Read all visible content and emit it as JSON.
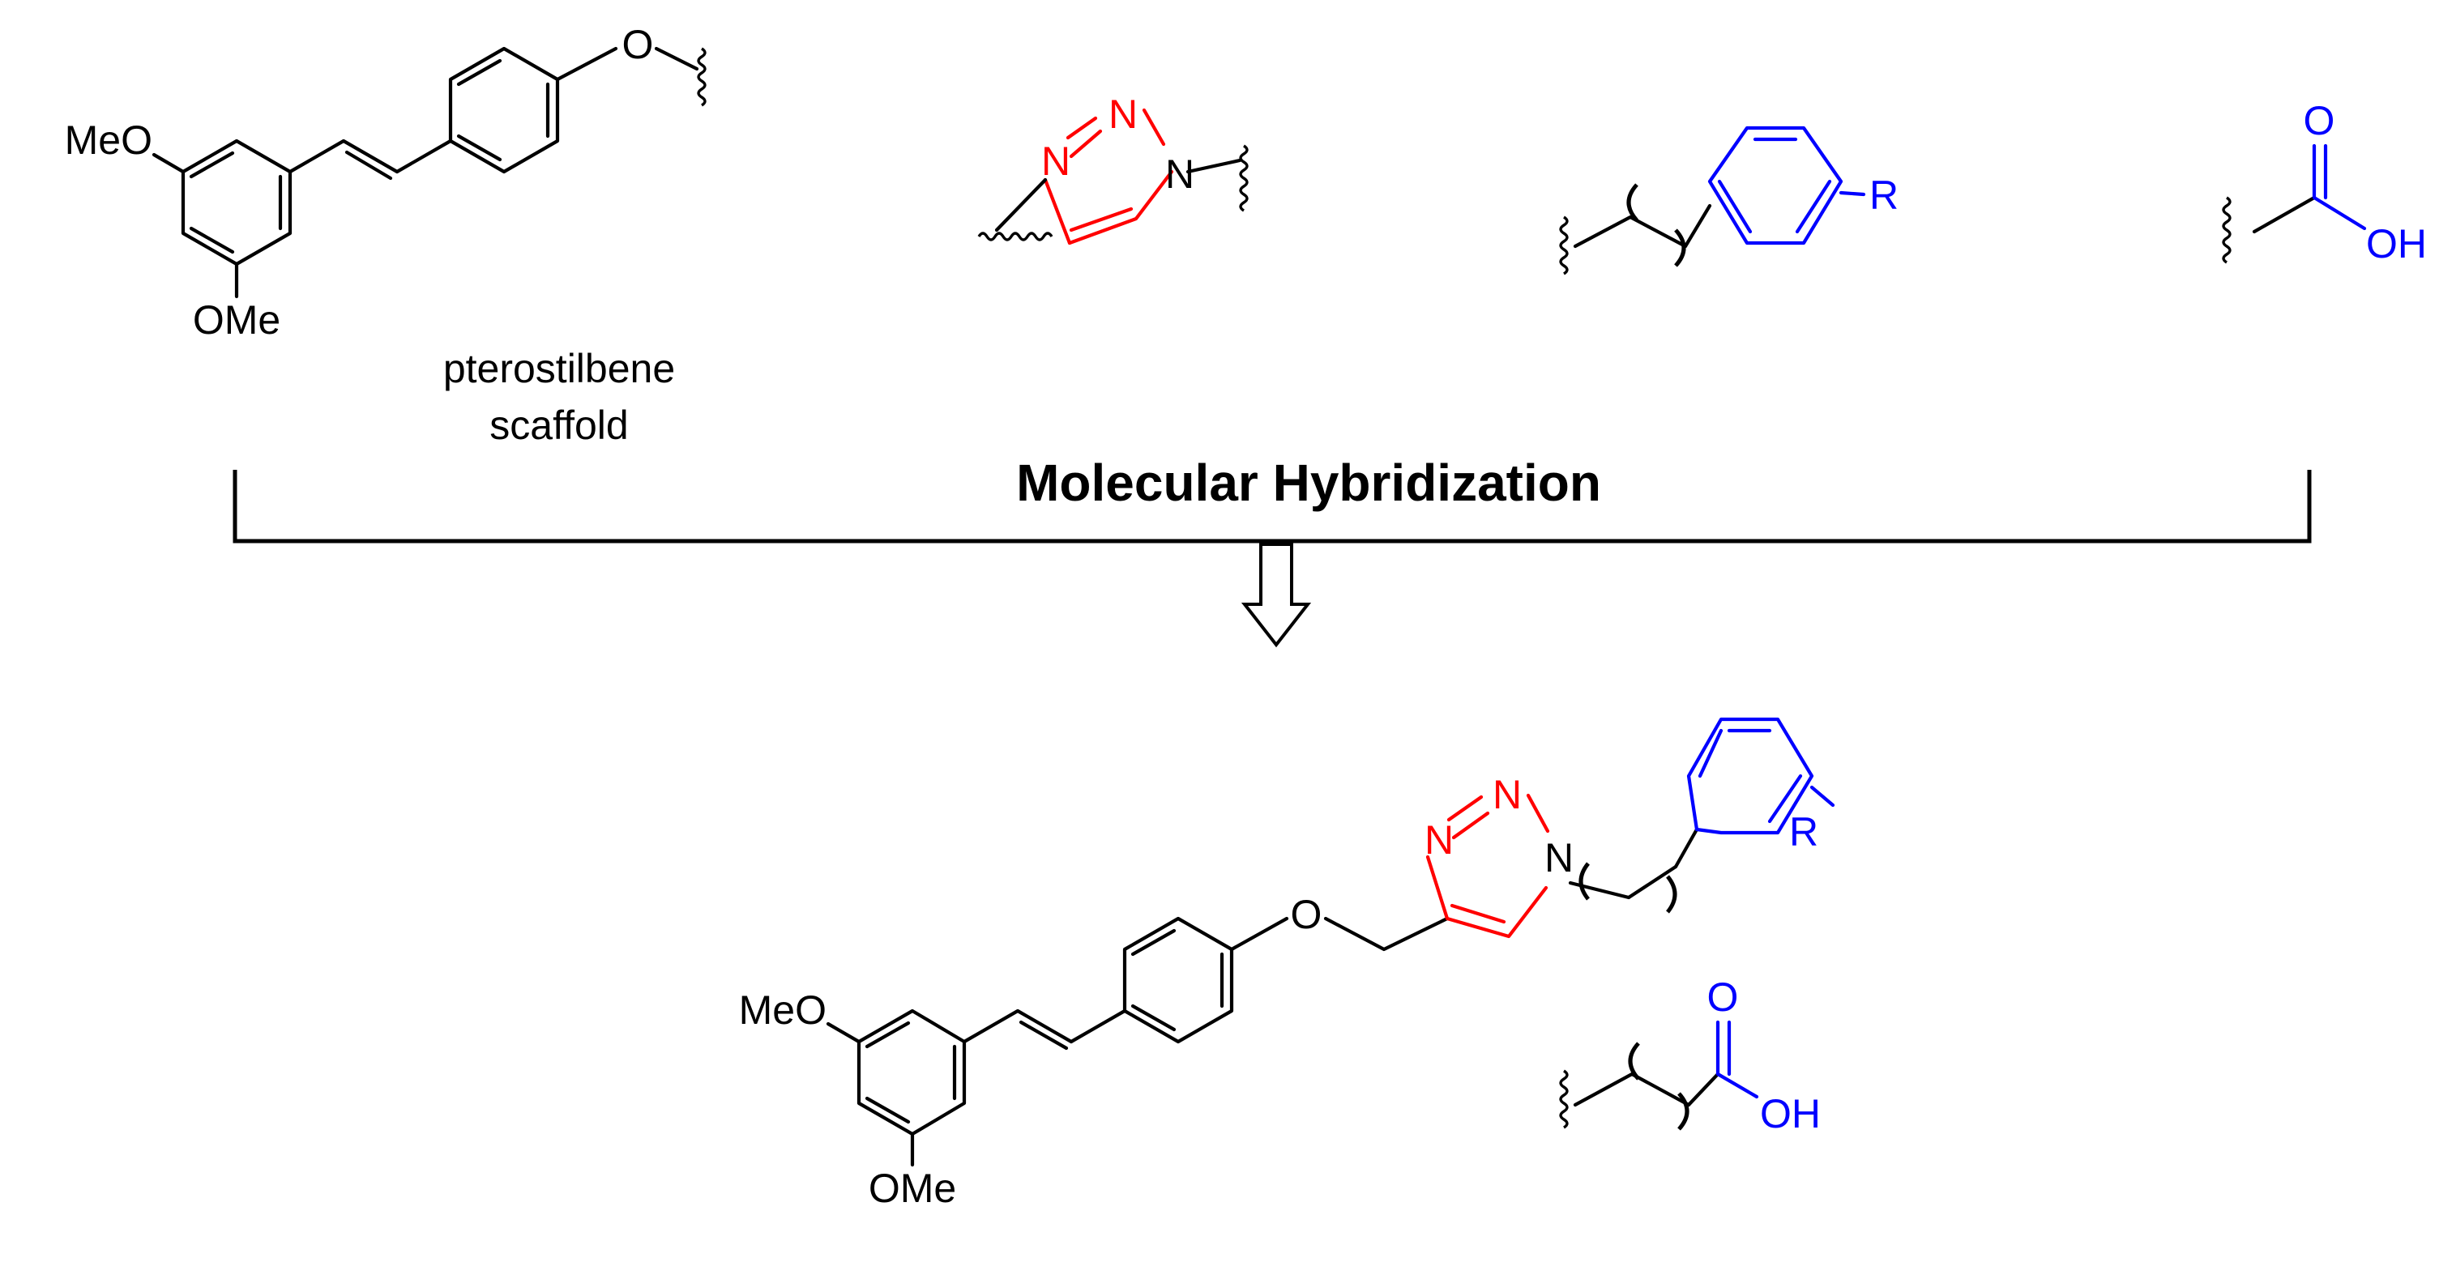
{
  "colors": {
    "bonds": "#000000",
    "triazole": "#ff0000",
    "aryl_acid": "#0000ff",
    "background": "#ffffff"
  },
  "fragments": {
    "pterostilbene": {
      "meo_top": "MeO",
      "ome_bottom": "OMe",
      "oxygen": "O",
      "caption_line1": "pterostilbene",
      "caption_line2": "scaffold"
    },
    "triazole": {
      "n1": "N",
      "n2": "N",
      "n3": "N"
    },
    "aryl": {
      "substituent": "R"
    },
    "acid": {
      "carbonyl_o": "O",
      "hydroxyl": "OH"
    }
  },
  "process": {
    "title": "Molecular Hybridization",
    "arrow": "hollow-down-arrow"
  },
  "hybrid": {
    "meo": "MeO",
    "ome": "OMe",
    "ether_o": "O",
    "n1": "N",
    "n2": "N",
    "n3": "N",
    "r_group": "R",
    "acid_o": "O",
    "acid_oh": "OH"
  }
}
